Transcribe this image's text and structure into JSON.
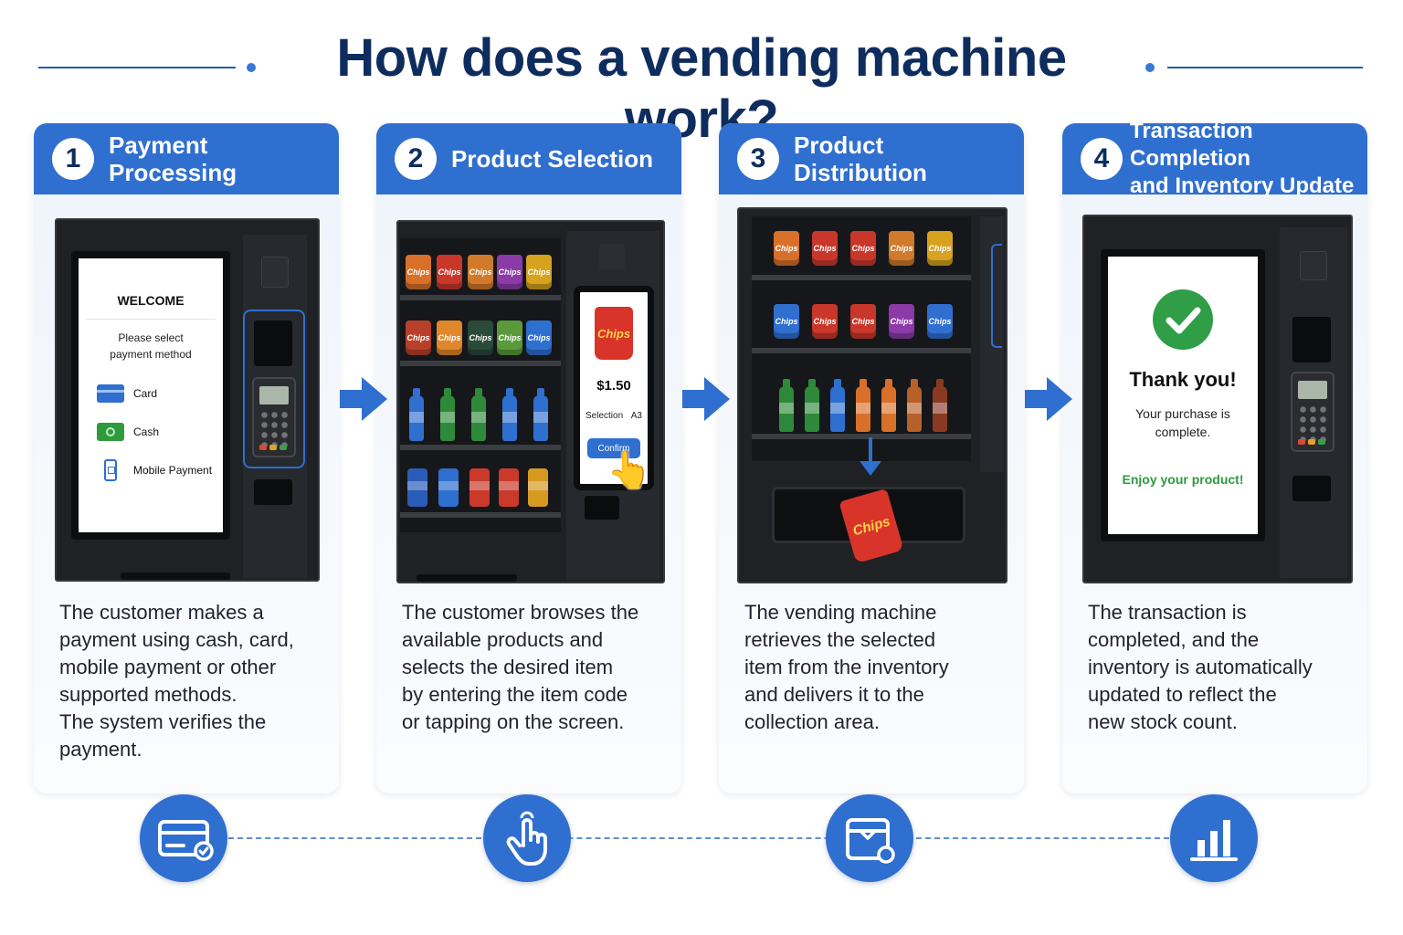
{
  "title": "How does a vending machine work?",
  "colors": {
    "primary": "#2f6fd0",
    "title": "#0e2d5e",
    "success": "#2f9e46"
  },
  "steps": [
    {
      "number": "1",
      "title": "Payment Processing",
      "description": "The customer makes a\npayment using cash, card,\nmobile payment or other\nsupported methods.\nThe system verifies the\npayment.",
      "screen": {
        "welcome": "WELCOME",
        "prompt": "Please select\npayment method",
        "options": [
          "Card",
          "Cash",
          "Mobile Payment"
        ]
      },
      "icon": "credit-card-icon"
    },
    {
      "number": "2",
      "title": "Product Selection",
      "description": "The customer browses the\navailable products and\nselects the desired item\nby entering the item code\nor tapping on the screen.",
      "screen": {
        "product_label": "Chips",
        "price": "$1.50",
        "selection_label": "Selection",
        "selection_code": "A3",
        "confirm": "Confirm"
      },
      "icon": "tap-hand-icon"
    },
    {
      "number": "3",
      "title": "Product Distribution",
      "description": "The vending machine\nretrieves the selected\nitem from the inventory\nand delivers it to the\ncollection area.",
      "screen": {
        "dispensed_label": "Chips"
      },
      "icon": "package-icon"
    },
    {
      "number": "4",
      "title": "Transaction Completion\nand Inventory Update",
      "description": "The transaction is\ncompleted, and the\ninventory is automatically\nupdated to reflect the\nnew stock count.",
      "screen": {
        "thanks": "Thank you!",
        "message": "Your purchase is\ncomplete.",
        "enjoy": "Enjoy your product!"
      },
      "icon": "bar-chart-icon"
    }
  ],
  "bag_label": "Chips"
}
